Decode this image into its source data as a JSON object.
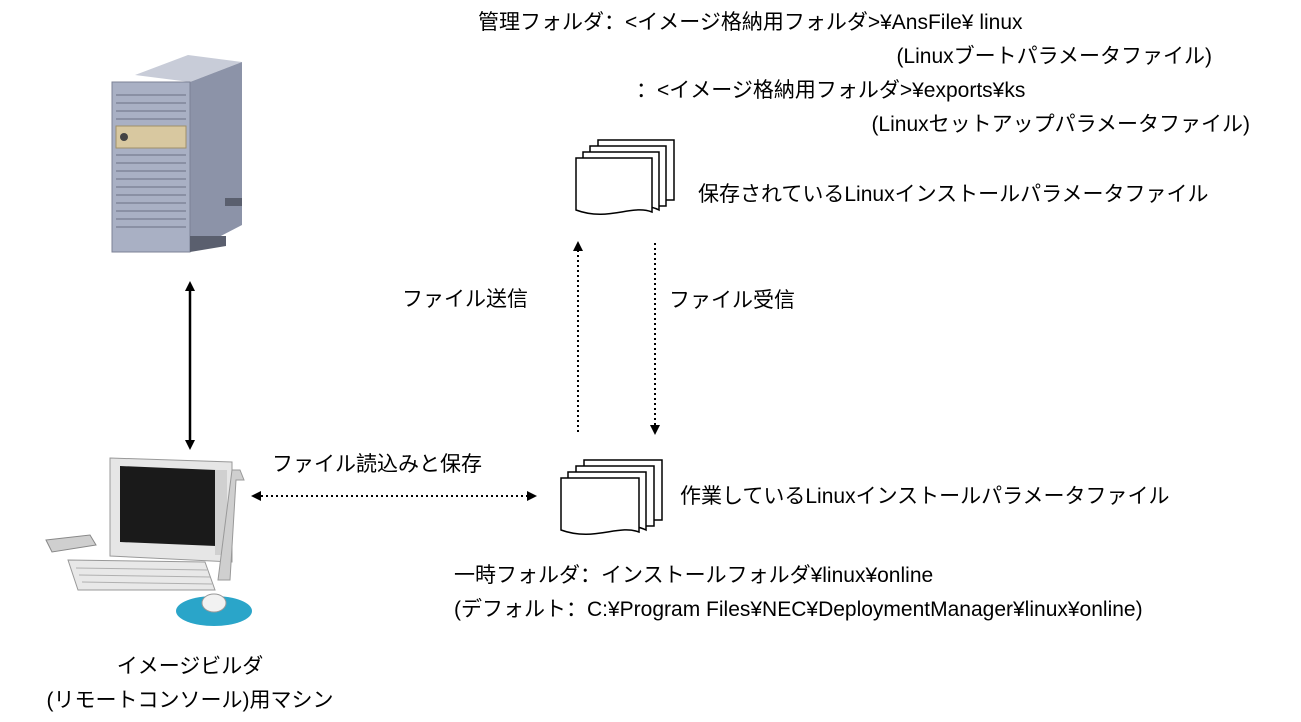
{
  "management_folder": {
    "line1": "管理フォルダ：<イメージ格納用フォルダ>¥AnsFile¥ linux",
    "line2": "(Linuxブートパラメータファイル)",
    "line3": "：<イメージ格納用フォルダ>¥exports¥ks",
    "line4": "(Linuxセットアップパラメータファイル)"
  },
  "saved_file_label": "保存されているLinuxインストールパラメータファイル",
  "working_file_label": "作業しているLinuxインストールパラメータファイル",
  "send_label": "ファイル送信",
  "receive_label": "ファイル受信",
  "read_save_label": "ファイル読込みと保存",
  "temp_folder": {
    "line1": "一時フォルダ：インストールフォルダ¥linux¥online",
    "line2": "(デフォルト：C:¥Program Files¥NEC¥DeploymentManager¥linux¥online)"
  },
  "machine_label": {
    "line1": "イメージビルダ",
    "line2": "(リモートコンソール)用マシン"
  },
  "colors": {
    "server_body": "#a9b0c4",
    "server_panel": "#d8c8a0",
    "monitor_frame": "#e6e6e6",
    "monitor_screen": "#1a1a1a",
    "mousepad": "#2aa5c9"
  }
}
